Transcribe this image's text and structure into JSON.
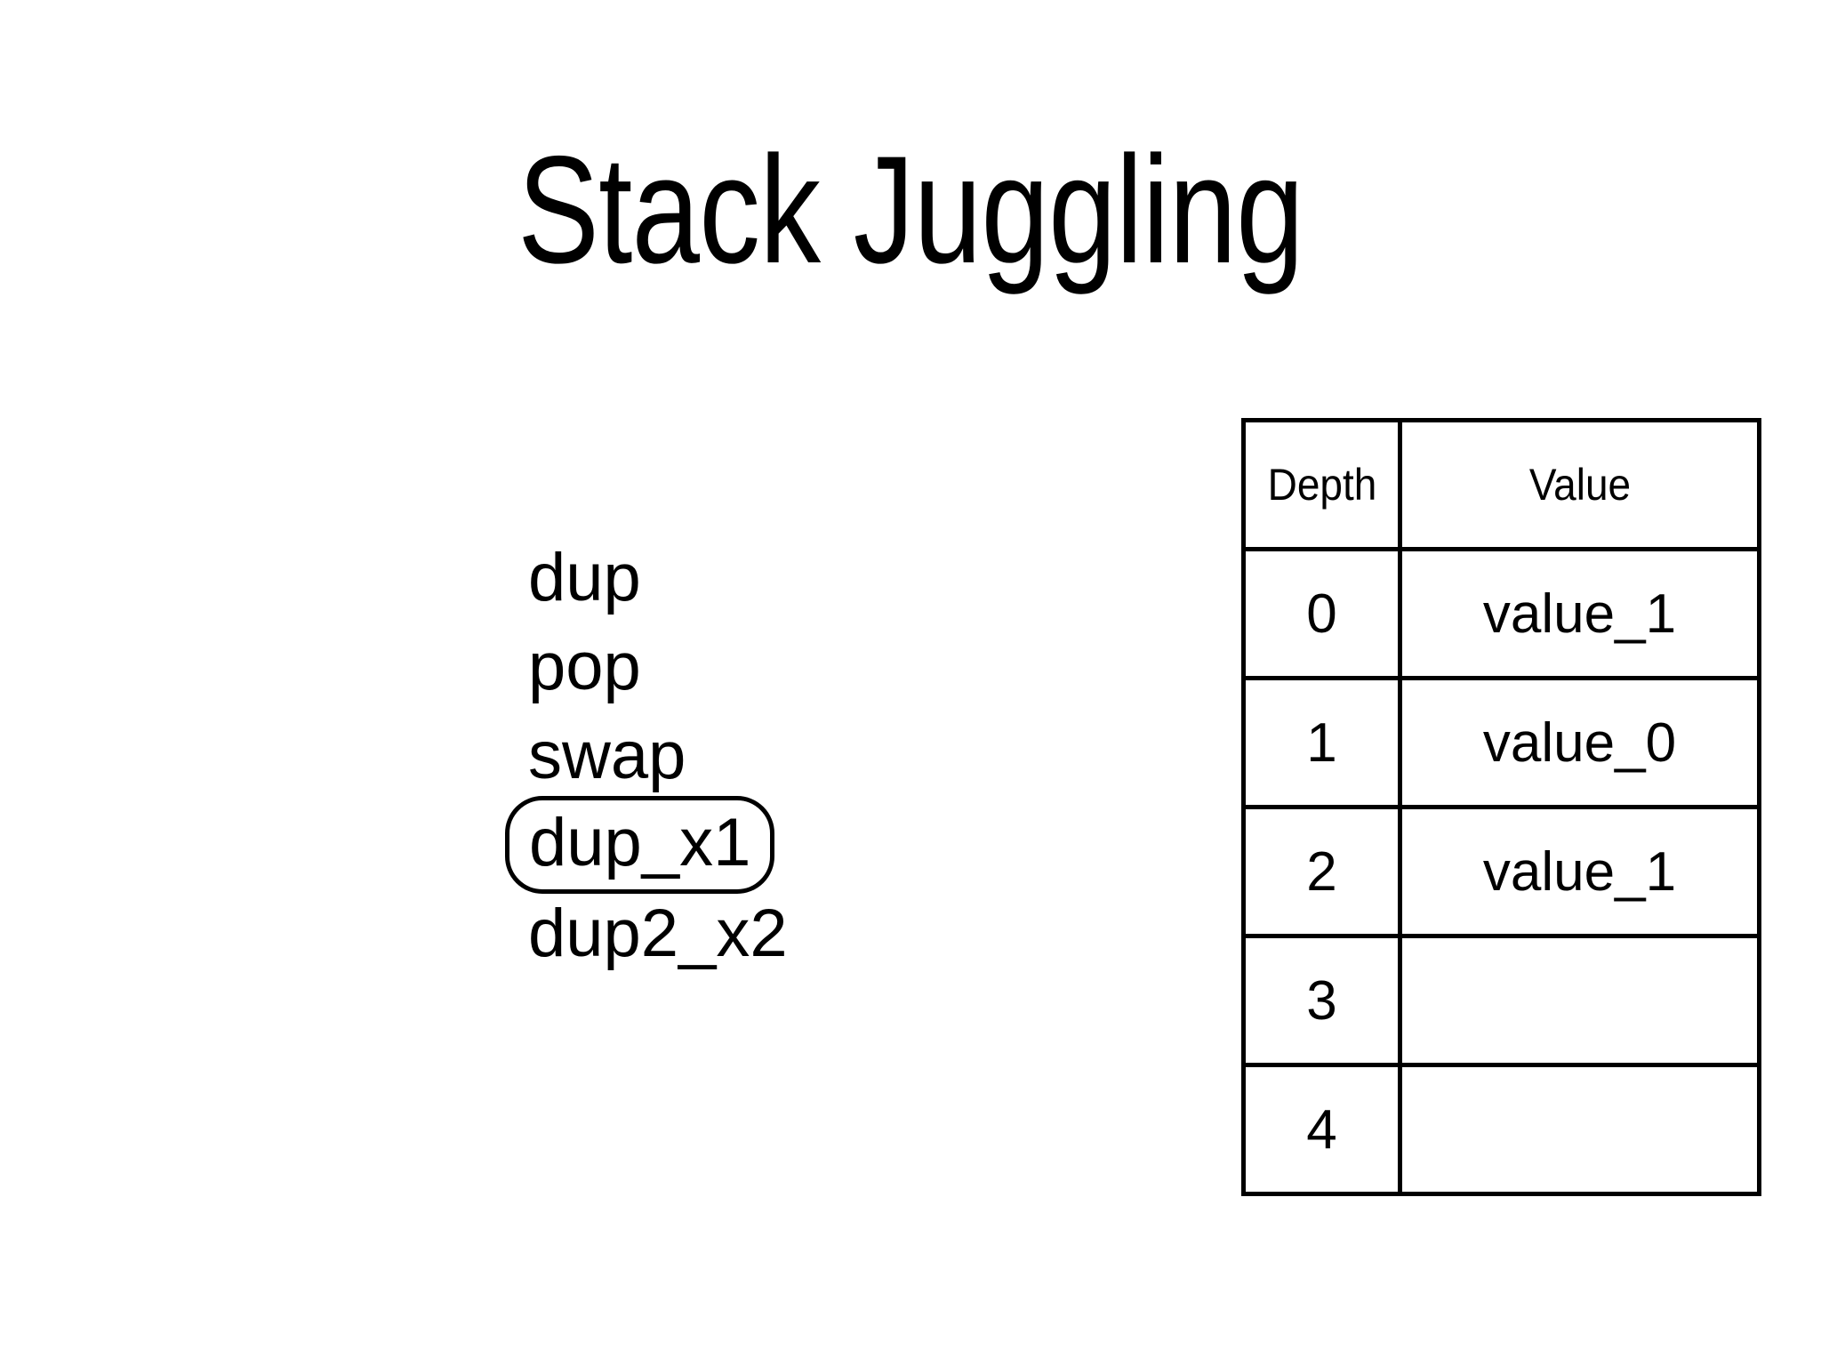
{
  "slide": {
    "title": "Stack Juggling",
    "background_color": "#ffffff",
    "text_color": "#000000"
  },
  "opcode_list": {
    "name": "stack-juggling-opcodes",
    "items": [
      {
        "label": "dup",
        "highlighted": false
      },
      {
        "label": "pop",
        "highlighted": false
      },
      {
        "label": "swap",
        "highlighted": false
      },
      {
        "label": "dup_x1",
        "highlighted": true
      },
      {
        "label": "dup2_x2",
        "highlighted": false
      }
    ],
    "highlight_border_color": "#000000"
  },
  "stack_table": {
    "name": "stack-depth-value-table",
    "border_color": "#000000",
    "columns": [
      "Depth",
      "Value"
    ],
    "rows": [
      {
        "depth": "0",
        "value": "value_1",
        "bold": false
      },
      {
        "depth": "1",
        "value": "value_0",
        "bold": false
      },
      {
        "depth": "2",
        "value": "value_1",
        "bold": true
      },
      {
        "depth": "3",
        "value": "",
        "bold": false
      },
      {
        "depth": "4",
        "value": "",
        "bold": false
      }
    ]
  }
}
